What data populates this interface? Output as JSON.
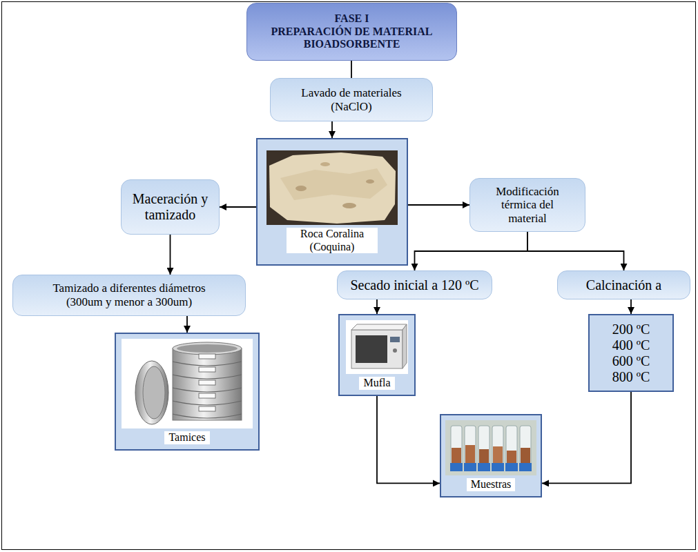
{
  "diagram": {
    "nodes": [
      {
        "text": [
          "FASE I",
          "PREPARACIÓN DE MATERIAL BIOADSORBENTE"
        ]
      },
      {
        "text": [
          "Lavado de materiales (NaClO)"
        ]
      },
      {
        "text": [
          "Roca Coralina (Coquina)"
        ]
      },
      {
        "text": [
          "Maceración y tamizado"
        ]
      },
      {
        "text": [
          "Modificación térmica del material"
        ]
      },
      {
        "text": [
          "Tamizado a diferentes diámetros (300um y menor a 300um)"
        ]
      },
      {
        "text": [
          "Secado inicial a 120 ºC"
        ]
      },
      {
        "text": [
          "Calcinación a"
        ]
      },
      {
        "text": [
          "Tamices"
        ]
      },
      {
        "text": [
          "Mufla"
        ]
      },
      {
        "text": [
          "200 ºC",
          "400 ºC",
          "600 ºC",
          "800 ºC"
        ]
      },
      {
        "text": [
          "Muestras"
        ]
      }
    ],
    "edges": [
      {
        "from": 0,
        "to": 1,
        "arrow": "none"
      },
      {
        "from": 1,
        "to": 2,
        "arrow": "to"
      },
      {
        "from": 2,
        "to": 3,
        "arrow": "to"
      },
      {
        "from": 2,
        "to": 4,
        "arrow": "to"
      },
      {
        "from": 3,
        "to": 5,
        "arrow": "to"
      },
      {
        "from": 5,
        "to": 8,
        "arrow": "to"
      },
      {
        "from": 4,
        "to": 6,
        "arrow": "to"
      },
      {
        "from": 4,
        "to": 7,
        "arrow": "to"
      },
      {
        "from": 6,
        "to": 9,
        "arrow": "to"
      },
      {
        "from": 7,
        "to": 10,
        "arrow": "to"
      },
      {
        "from": 9,
        "to": 11,
        "arrow": "to"
      },
      {
        "from": 10,
        "to": 11,
        "arrow": "to"
      }
    ]
  }
}
